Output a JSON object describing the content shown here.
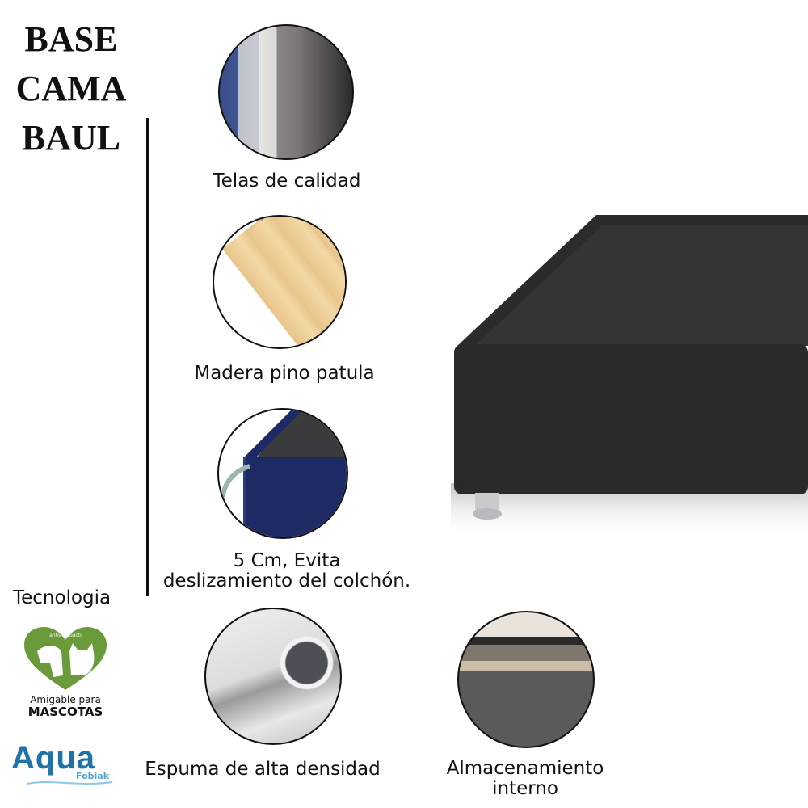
{
  "title": {
    "lines": [
      "BASE",
      "CAMA",
      "BAUL"
    ]
  },
  "features": [
    {
      "id": "fabric",
      "label": "Telas de calidad",
      "icon": "fabric-swatch-icon"
    },
    {
      "id": "wood",
      "label": "Madera pino patula",
      "icon": "wood-planks-icon"
    },
    {
      "id": "edge",
      "label_line1": "5 Cm, Evita",
      "label_line2": "deslizamiento del colchón.",
      "icon": "bed-edge-icon"
    },
    {
      "id": "foam",
      "label": "Espuma de alta densidad",
      "icon": "foam-roll-icon"
    },
    {
      "id": "storage",
      "label_line1": "Almacenamiento",
      "label_line2": "interno",
      "icon": "storage-bed-icon"
    }
  ],
  "technology": {
    "heading": "Tecnologia",
    "pet_badge": {
      "brand": "antiamebacti",
      "line1": "Amigable para",
      "line2": "MASCOTAS",
      "color": "#6a9a3a"
    },
    "aqua_badge": {
      "name": "Aqua",
      "sub": "Fobiak",
      "color": "#1f73a8"
    }
  },
  "product": {
    "name": "bed-base",
    "color": "#2a2a2c",
    "leg_color": "#c8cacc"
  },
  "colors": {
    "text": "#111111",
    "background": "#ffffff",
    "arrow": "#9bb5ae",
    "edge_blue": "#1d2a63"
  }
}
